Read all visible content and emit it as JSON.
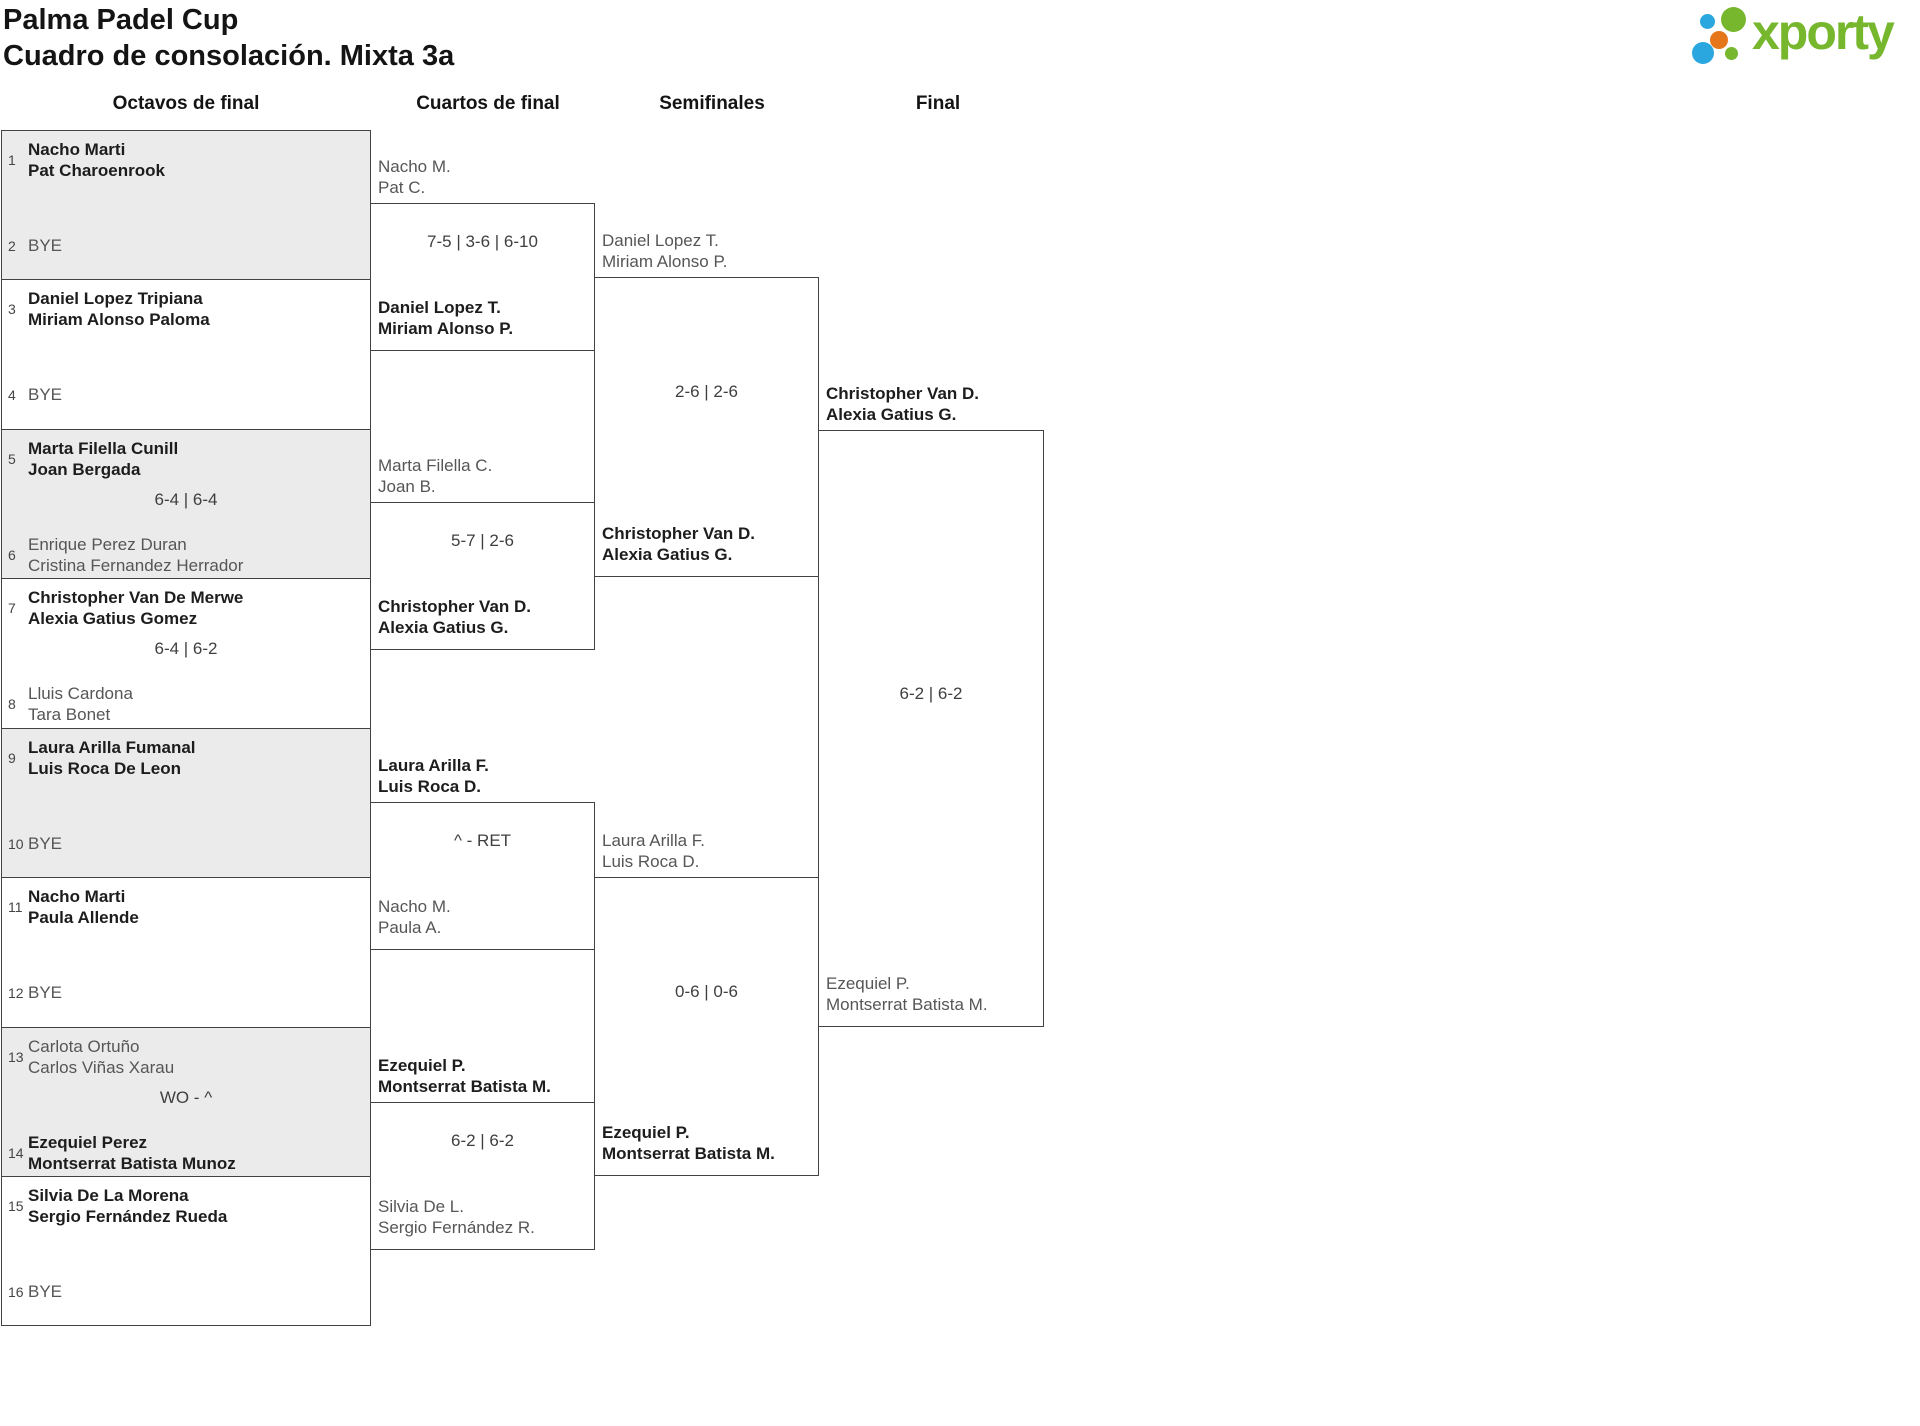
{
  "header": {
    "title": "Palma Padel Cup",
    "subtitle": "Cuadro de consolación. Mixta 3a"
  },
  "logo": {
    "text": "xporty"
  },
  "columns": {
    "round_of_16": "Octavos de final",
    "quarterfinals": "Cuartos de final",
    "semifinals": "Semifinales",
    "final": "Final"
  },
  "colors": {
    "logo_green": "#76b72d",
    "logo_blue": "#2aa7df",
    "logo_orange": "#e5761a",
    "alt_row_bg": "#ebebeb",
    "border": "#424242",
    "winner_text": "#1d1d1d",
    "loser_text": "#565656"
  },
  "r16": [
    {
      "top_seed": "1",
      "top1": "Nacho Marti",
      "top2": "Pat Charoenrook",
      "top_w": true,
      "bot_seed": "2",
      "bot1": "BYE",
      "bot2": "",
      "bot_w": false,
      "score": ""
    },
    {
      "top_seed": "3",
      "top1": "Daniel Lopez Tripiana",
      "top2": "Miriam Alonso Paloma",
      "top_w": true,
      "bot_seed": "4",
      "bot1": "BYE",
      "bot2": "",
      "bot_w": false,
      "score": ""
    },
    {
      "top_seed": "5",
      "top1": "Marta Filella Cunill",
      "top2": "Joan Bergada",
      "top_w": true,
      "bot_seed": "6",
      "bot1": "Enrique Perez Duran",
      "bot2": "Cristina Fernandez Herrador",
      "bot_w": false,
      "score": "6-4 | 6-4"
    },
    {
      "top_seed": "7",
      "top1": "Christopher Van De Merwe",
      "top2": "Alexia Gatius Gomez",
      "top_w": true,
      "bot_seed": "8",
      "bot1": "Lluis Cardona",
      "bot2": "Tara Bonet",
      "bot_w": false,
      "score": "6-4 | 6-2"
    },
    {
      "top_seed": "9",
      "top1": "Laura Arilla Fumanal",
      "top2": "Luis Roca De Leon",
      "top_w": true,
      "bot_seed": "10",
      "bot1": "BYE",
      "bot2": "",
      "bot_w": false,
      "score": ""
    },
    {
      "top_seed": "11",
      "top1": "Nacho Marti",
      "top2": "Paula Allende",
      "top_w": true,
      "bot_seed": "12",
      "bot1": "BYE",
      "bot2": "",
      "bot_w": false,
      "score": ""
    },
    {
      "top_seed": "13",
      "top1": "Carlota Ortuño",
      "top2": "Carlos Viñas Xarau",
      "top_w": false,
      "bot_seed": "14",
      "bot1": "Ezequiel Perez",
      "bot2": "Montserrat Batista Munoz",
      "bot_w": true,
      "score": "WO - ^"
    },
    {
      "top_seed": "15",
      "top1": "Silvia De La Morena",
      "top2": "Sergio Fernández Rueda",
      "top_w": true,
      "bot_seed": "16",
      "bot1": "BYE",
      "bot2": "",
      "bot_w": false,
      "score": ""
    }
  ],
  "qf": [
    {
      "top1": "Nacho M.",
      "top2": "Pat C.",
      "top_w": false,
      "bot1": "Daniel Lopez T.",
      "bot2": "Miriam Alonso P.",
      "bot_w": true,
      "score": "7-5 | 3-6 | 6-10"
    },
    {
      "top1": "Marta Filella C.",
      "top2": "Joan B.",
      "top_w": false,
      "bot1": "Christopher Van D.",
      "bot2": "Alexia Gatius G.",
      "bot_w": true,
      "score": "5-7 | 2-6"
    },
    {
      "top1": "Laura Arilla F.",
      "top2": "Luis Roca D.",
      "top_w": true,
      "bot1": "Nacho M.",
      "bot2": "Paula A.",
      "bot_w": false,
      "score": "^ - RET"
    },
    {
      "top1": "Ezequiel P.",
      "top2": "Montserrat Batista M.",
      "top_w": true,
      "bot1": "Silvia De L.",
      "bot2": "Sergio Fernández R.",
      "bot_w": false,
      "score": "6-2 | 6-2"
    }
  ],
  "sf": [
    {
      "top1": "Daniel Lopez T.",
      "top2": "Miriam Alonso P.",
      "top_w": false,
      "bot1": "Christopher Van D.",
      "bot2": "Alexia Gatius G.",
      "bot_w": true,
      "score": "2-6 | 2-6"
    },
    {
      "top1": "Laura Arilla F.",
      "top2": "Luis Roca D.",
      "top_w": false,
      "bot1": "Ezequiel P.",
      "bot2": "Montserrat Batista M.",
      "bot_w": true,
      "score": "0-6 | 0-6"
    }
  ],
  "final": {
    "top1": "Christopher Van D.",
    "top2": "Alexia Gatius G.",
    "top_w": true,
    "bot1": "Ezequiel P.",
    "bot2": "Montserrat Batista M.",
    "bot_w": false,
    "score": "6-2 | 6-2"
  }
}
